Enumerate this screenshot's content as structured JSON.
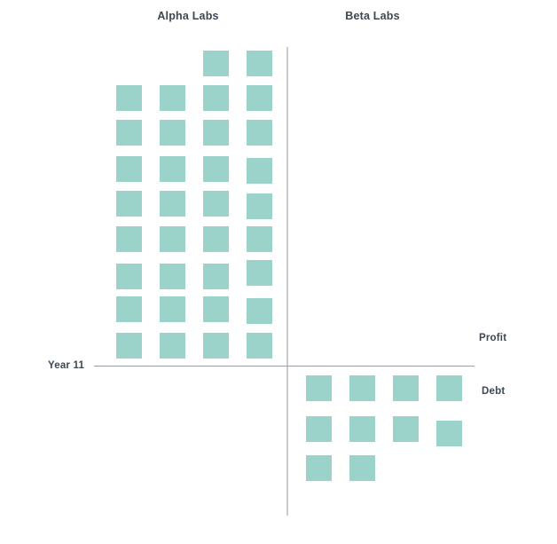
{
  "header": {
    "columns": [
      {
        "label": "Alpha Labs"
      },
      {
        "label": "Beta Labs"
      }
    ]
  },
  "labels": {
    "row_label": "Year 11",
    "positive_label": "Profit",
    "negative_label": "Debt"
  },
  "style": {
    "cell_color": "#9bd3cb",
    "axis_color": "#9a9ea6",
    "divider_color": "#c9cace",
    "text_color": "#3d4752",
    "background": "#ffffff"
  },
  "chart_data": {
    "type": "bar",
    "subtype": "waffle-pictogram-diverging",
    "title": "",
    "xlabel": "",
    "ylabel": "",
    "categories": [
      "Alpha Labs",
      "Beta Labs"
    ],
    "measures": [
      "Profit",
      "Debt"
    ],
    "row_categories": [
      "Year 11"
    ],
    "grid": false,
    "legend": "right",
    "cell_columns": 4,
    "cell_value_note": "each square is one unit; Profit squares stack upward from the axis, Debt squares stack downward",
    "series": [
      {
        "name": "Profit",
        "group": "Alpha Labs",
        "direction": "up",
        "values": [
          34
        ]
      },
      {
        "name": "Debt",
        "group": "Beta Labs",
        "direction": "down",
        "values": [
          10
        ]
      }
    ],
    "values": [
      34,
      10
    ],
    "cells": {
      "profit_rows_top_to_bottom": [
        2,
        4,
        4,
        4,
        4,
        4,
        4,
        4,
        4
      ],
      "debt_rows_top_to_bottom": [
        4,
        4,
        2
      ]
    },
    "annotations": [
      {
        "text": "Year 11",
        "position": "axis-left"
      },
      {
        "text": "Profit",
        "position": "axis-right-above"
      },
      {
        "text": "Debt",
        "position": "axis-right-below"
      }
    ]
  },
  "geometry": {
    "cell_size": 29,
    "col_x_profit": [
      131,
      180,
      229,
      278
    ],
    "col_x_debt": [
      345,
      394,
      443,
      492
    ],
    "row_y_profit": [
      57,
      96,
      135,
      176,
      215,
      255,
      297,
      334,
      375
    ],
    "row_y_debt": [
      423,
      469,
      513
    ],
    "profit_cell_map": [
      [
        0,
        0,
        1,
        1
      ],
      [
        1,
        1,
        1,
        1
      ],
      [
        1,
        1,
        1,
        1
      ],
      [
        1,
        1,
        1,
        1
      ],
      [
        1,
        1,
        1,
        1
      ],
      [
        1,
        1,
        1,
        1
      ],
      [
        1,
        1,
        1,
        1
      ],
      [
        1,
        1,
        1,
        1
      ],
      [
        1,
        1,
        1,
        1
      ]
    ],
    "debt_cell_map": [
      [
        1,
        1,
        1,
        1
      ],
      [
        1,
        1,
        1,
        1
      ],
      [
        1,
        1,
        0,
        0
      ]
    ],
    "row_y_jitter_profit": [
      [
        0,
        0,
        0,
        0
      ],
      [
        0,
        0,
        0,
        0
      ],
      [
        0,
        0,
        0,
        0
      ],
      [
        0,
        0,
        0,
        2
      ],
      [
        0,
        0,
        0,
        3
      ],
      [
        0,
        0,
        0,
        0
      ],
      [
        0,
        0,
        0,
        -4
      ],
      [
        0,
        0,
        0,
        2
      ],
      [
        0,
        0,
        0,
        0
      ]
    ],
    "row_y_jitter_debt": [
      [
        0,
        0,
        0,
        0
      ],
      [
        0,
        0,
        0,
        5
      ],
      [
        0,
        0,
        0,
        0
      ]
    ]
  }
}
